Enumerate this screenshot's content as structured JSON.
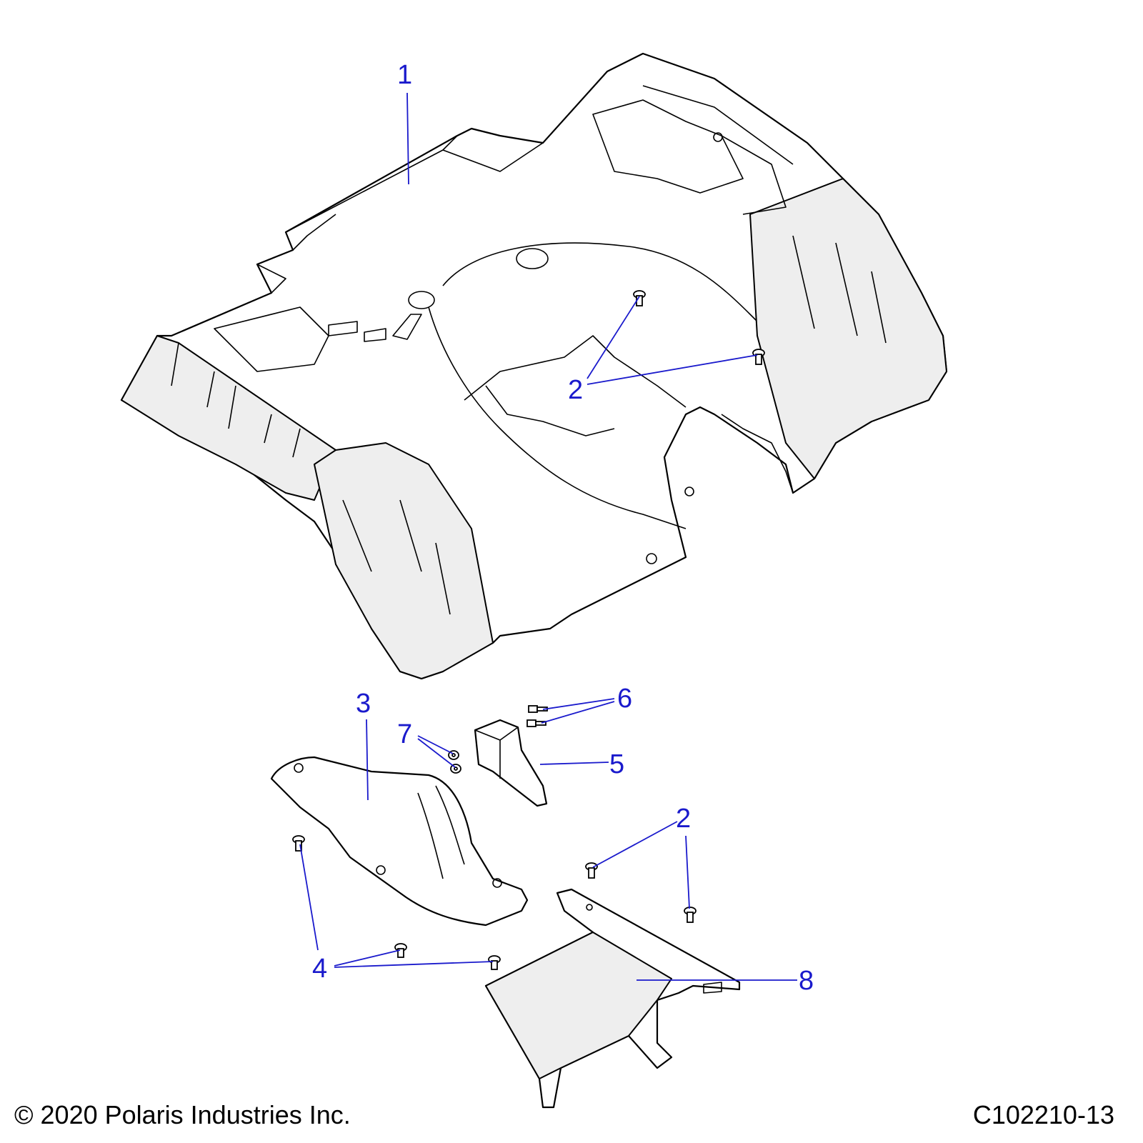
{
  "callouts": {
    "c1": "1",
    "c2a": "2",
    "c2b": "2",
    "c3": "3",
    "c4": "4",
    "c5": "5",
    "c6": "6",
    "c7": "7",
    "c8": "8"
  },
  "footer": {
    "copyright": "© 2020 Polaris Industries Inc.",
    "figure_id": "C102210-13"
  },
  "colors": {
    "callout": "#1a1acc",
    "line": "#000000",
    "background": "#ffffff"
  }
}
